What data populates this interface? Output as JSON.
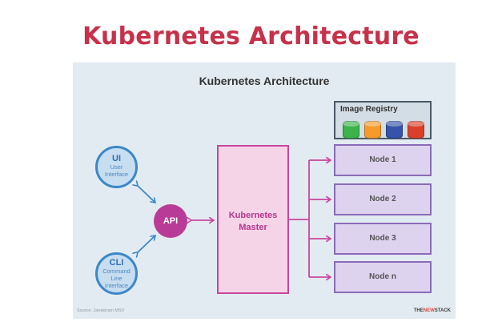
{
  "page": {
    "title": "Kubernetes Architecture"
  },
  "diagram": {
    "title": "Kubernetes Architecture",
    "clients": [
      {
        "id": "ui",
        "label": "UI",
        "sublabel_lines": [
          "User",
          "Interface"
        ]
      },
      {
        "id": "cli",
        "label": "CLI",
        "sublabel_lines": [
          "Command",
          "Line",
          "Interface"
        ]
      }
    ],
    "api": "API",
    "master": {
      "line1": "Kubernetes",
      "line2": "Master"
    },
    "registry": {
      "label": "Image Registry",
      "containers": [
        {
          "name": "green-container-icon",
          "color": "#3bb34a"
        },
        {
          "name": "orange-container-icon",
          "color": "#f59a2b"
        },
        {
          "name": "blue-container-icon",
          "color": "#3553a8"
        },
        {
          "name": "red-container-icon",
          "color": "#d9402b"
        }
      ]
    },
    "nodes": [
      "Node 1",
      "Node 2",
      "Node 3",
      "Node n"
    ],
    "footer": {
      "credit": "Source: Janakiram MSV",
      "brand_pre": "THE",
      "brand_mid": "NEW",
      "brand_post": "STACK"
    }
  }
}
